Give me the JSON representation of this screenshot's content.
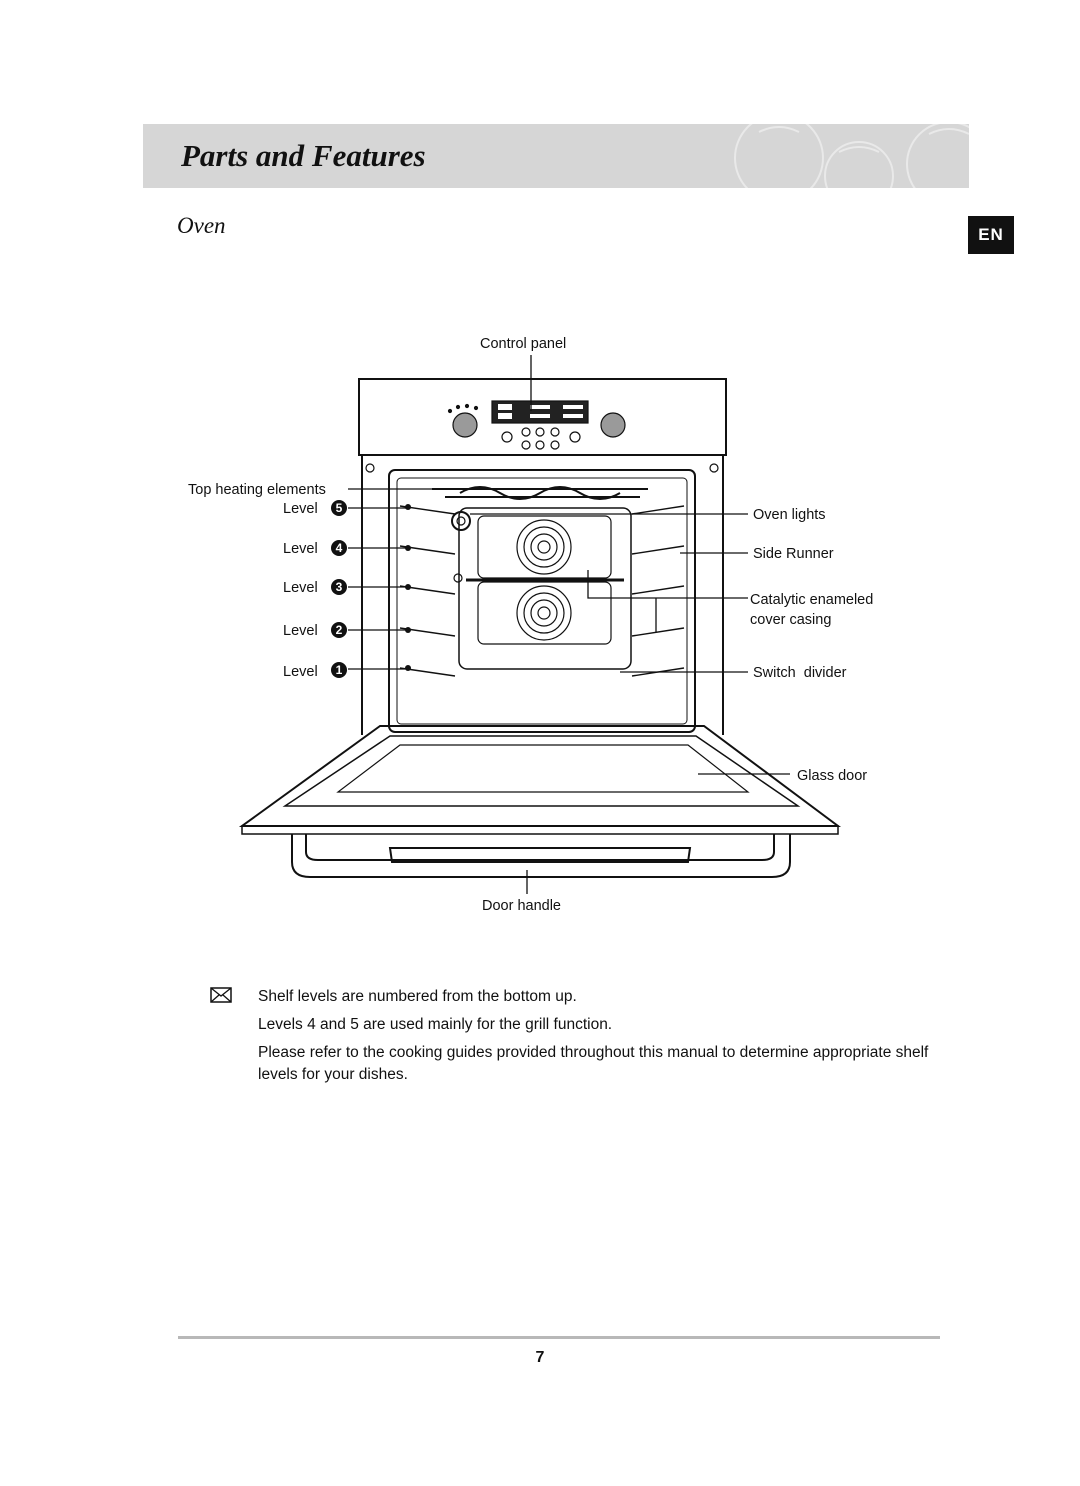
{
  "header": {
    "title": "Parts and Features"
  },
  "section": {
    "title": "Oven",
    "language": "EN"
  },
  "diagram": {
    "control_panel": "Control panel",
    "top_heating": "Top heating elements",
    "level_word": "Level",
    "levels": [
      "5",
      "4",
      "3",
      "2",
      "1"
    ],
    "oven_lights": "Oven lights",
    "side_runner": "Side Runner",
    "catalytic_1": "Catalytic enameled",
    "catalytic_2": "cover casing",
    "switch_divider": "Switch  divider",
    "glass_door": "Glass door",
    "door_handle": "Door handle"
  },
  "notes": [
    "Shelf levels are numbered from the bottom up.",
    "Levels 4 and 5 are used mainly for the grill function.",
    "Please refer to the cooking guides provided throughout this manual to determine appropriate shelf levels for your dishes."
  ],
  "footer": {
    "page": "7"
  }
}
